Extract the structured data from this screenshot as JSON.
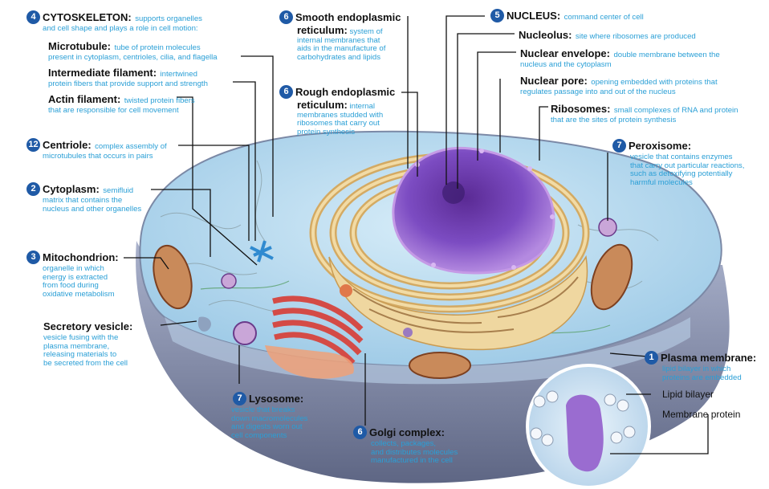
{
  "labels": {
    "cytoskeleton": {
      "badge": "4",
      "title": "CYTOSKELETON:",
      "desc1": "supports organelles",
      "desc2": "and cell shape and plays a role in cell motion:"
    },
    "microtubule": {
      "title": "Microtubule:",
      "desc1": "tube of protein molecules",
      "desc2": "present in cytoplasm, centrioles, cilia, and flagella"
    },
    "intermediate": {
      "title": "Intermediate filament:",
      "desc1": "intertwined",
      "desc2": "protein fibers that provide support and strength"
    },
    "actin": {
      "title": "Actin filament:",
      "desc1": "twisted protein fibers",
      "desc2": "that are responsible for cell movement"
    },
    "centriole": {
      "badge": "12",
      "title": "Centriole:",
      "desc1": "complex assembly of",
      "desc2": "microtubules that occurs in pairs"
    },
    "cytoplasm": {
      "badge": "2",
      "title": "Cytoplasm:",
      "desc1": "semifluid",
      "desc2": "matrix that contains the",
      "desc3": "nucleus and other organelles"
    },
    "mitochondrion": {
      "badge": "3",
      "title": "Mitochondrion:",
      "desc1": "organelle in which",
      "desc2": "energy is extracted",
      "desc3": "from food during",
      "desc4": "oxidative metabolism"
    },
    "secretory": {
      "title": "Secretory vesicle:",
      "desc1": "vesicle fusing with the",
      "desc2": "plasma membrane,",
      "desc3": "releasing materials to",
      "desc4": "be secreted from the cell"
    },
    "smooth_er": {
      "badge": "6",
      "title1": "Smooth endoplasmic",
      "title2": "reticulum:",
      "desc1": "system of",
      "desc2": "internal membranes that",
      "desc3": "aids in the manufacture of",
      "desc4": "carbohydrates and lipids"
    },
    "rough_er": {
      "badge": "6",
      "title1": "Rough endoplasmic",
      "title2": "reticulum:",
      "desc1": "internal",
      "desc2": "membranes studded with",
      "desc3": "ribosomes that carry out",
      "desc4": "protein synthesis"
    },
    "nucleus": {
      "badge": "5",
      "title": "NUCLEUS:",
      "desc1": "command center of cell"
    },
    "nucleolus": {
      "title": "Nucleolus:",
      "desc1": "site where ribosomes are produced"
    },
    "nuclear_envelope": {
      "title": "Nuclear envelope:",
      "desc1": "double membrane between the",
      "desc2": "nucleus and the cytoplasm"
    },
    "nuclear_pore": {
      "title": "Nuclear pore:",
      "desc1": "opening embedded with proteins that",
      "desc2": "regulates passage into and out of the nucleus"
    },
    "ribosomes": {
      "title": "Ribosomes:",
      "desc1": "small complexes of RNA and protein",
      "desc2": "that are the sites of protein synthesis"
    },
    "peroxisome": {
      "badge": "7",
      "title": "Peroxisome:",
      "desc1": "vesicle that contains enzymes",
      "desc2": "that carry out particular reactions,",
      "desc3": "such as detoxifying potentially",
      "desc4": "harmful molecules"
    },
    "plasma": {
      "badge": "1",
      "title": "Plasma membrane:",
      "desc1": "lipid bilayer in which",
      "desc2": "proteins are embedded"
    },
    "lipid_bilayer": {
      "title": "Lipid bilayer"
    },
    "membrane_protein": {
      "title": "Membrane protein"
    },
    "lysosome": {
      "badge": "7",
      "title": "Lysosome:",
      "desc1": "vesicle that breaks",
      "desc2": "down macromolecules",
      "desc3": "and digests worn out",
      "desc4": "cell components"
    },
    "golgi": {
      "badge": "6",
      "title": "Golgi complex:",
      "desc1": "collects, packages,",
      "desc2": "and distributes molecules",
      "desc3": "manufactured in the cell"
    }
  },
  "colors": {
    "badge": "#1f5aa6",
    "desc": "#2a9fd6",
    "cytoplasm": "#b9daf0",
    "membrane": "#8e98b8",
    "nucleus": "#7a46b5",
    "er": "#e8c98a",
    "mito": "#b5663a",
    "golgi": "#d8504a"
  }
}
